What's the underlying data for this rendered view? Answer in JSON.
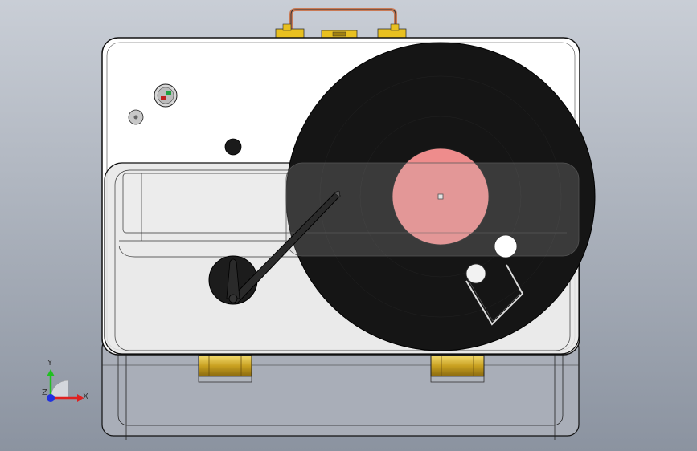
{
  "viewport": {
    "background_top": "#c9ced6",
    "background_bottom": "#8b93a0"
  },
  "model": {
    "case_color": "#ffffff",
    "lid_color": "#e6e6e6",
    "lower_case_color": "#9aa0aa",
    "edge_color": "#111111",
    "record_color": "#151515",
    "record_label_color": "#ee8c8c",
    "hinge_color": "#d8b838",
    "handle_color": "#c97a55",
    "latch_color": "#e8c020"
  },
  "triad": {
    "x_label": "X",
    "y_label": "Y",
    "z_label": "Z",
    "x_color": "#e02020",
    "y_color": "#20c020",
    "z_color": "#2030e0"
  }
}
